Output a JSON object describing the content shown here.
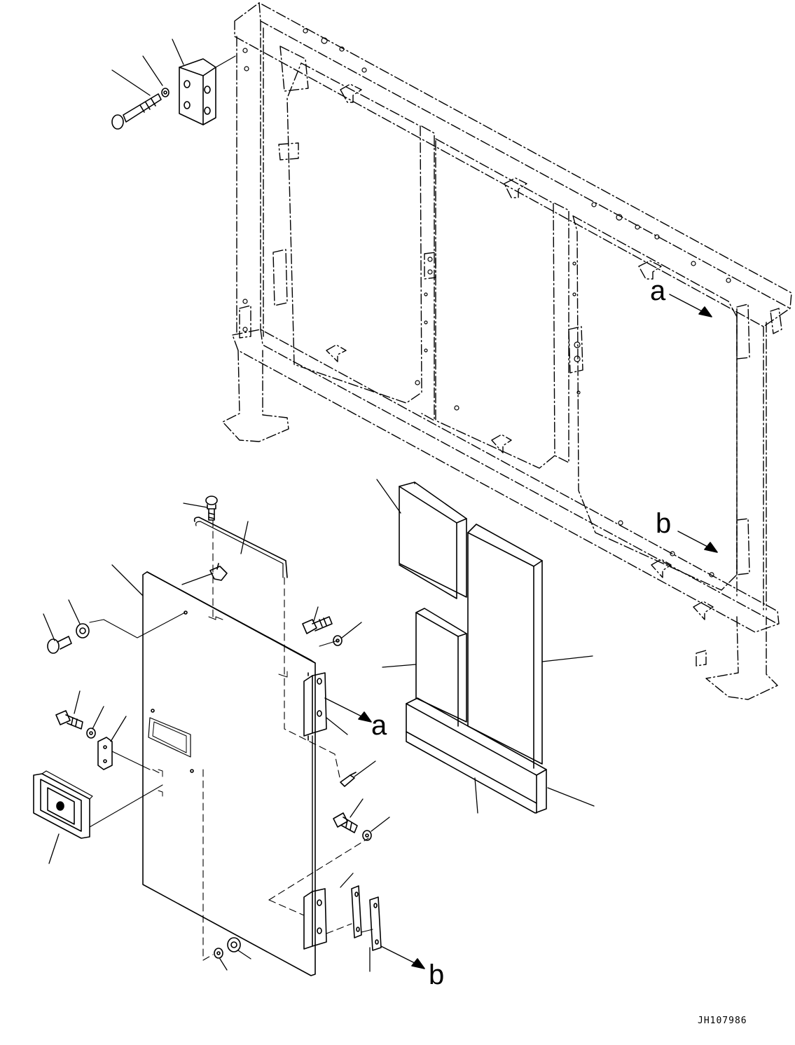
{
  "diagram": {
    "callout_a": "a",
    "callout_b": "b",
    "drawing_ref": "JH107986"
  }
}
